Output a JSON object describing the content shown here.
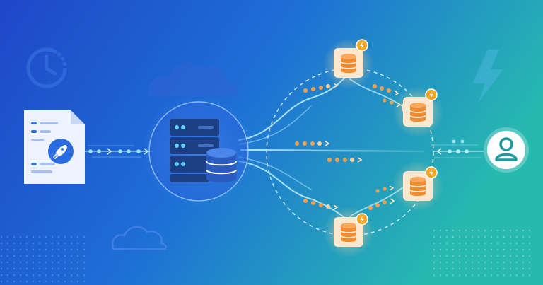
{
  "colors": {
    "bg_left": "#1f47c8",
    "bg_mid": "#1e6fd6",
    "bg_right": "#27b8b0",
    "server_body": "#1d3f86",
    "database_body": "#2a5bbf",
    "edge_node_fill": "#fde8cf",
    "edge_db": "#f28a2e",
    "bolt_badge": "#f5a623",
    "packet_orange": "#f6a04d",
    "packet_blue": "#5fd3ff",
    "user_icon": "#1b9aa0"
  },
  "icons": {
    "clock": "clock-icon",
    "cloud_top": "cloud-icon",
    "cloud_bottom": "cloud-outline-icon",
    "document": "document-icon",
    "rocket": "rocket-icon",
    "origin_server": "server-rack-icon",
    "origin_database": "database-icon",
    "edge_database": "database-icon",
    "bolt": "lightning-bolt-icon",
    "user": "user-icon"
  },
  "diagram": {
    "origin": {
      "role": "origin-server-with-database"
    },
    "edge_nodes": [
      {
        "id": "edge-top"
      },
      {
        "id": "edge-upper-right"
      },
      {
        "id": "edge-lower-right"
      },
      {
        "id": "edge-bottom"
      }
    ],
    "client": {
      "role": "user"
    },
    "source": {
      "role": "document"
    }
  }
}
